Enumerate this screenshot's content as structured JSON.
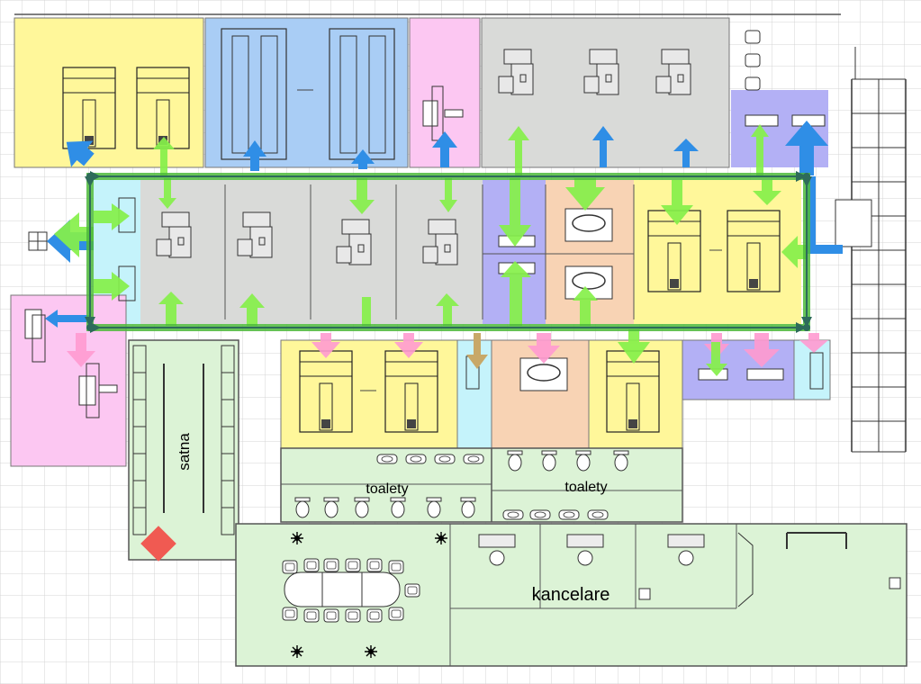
{
  "labels": {
    "locker_room": "satna",
    "toilets_left": "toalety",
    "toilets_right": "toalety",
    "offices": "kancelare"
  },
  "colors": {
    "yellow_zone": "#fff79a",
    "blue_zone": "#a9cdf5",
    "pink_zone": "#fcc7f2",
    "grey_zone": "#d9dad8",
    "cyan_zone": "#c5f3fb",
    "lavender_zone": "#b3b0f5",
    "peach_zone": "#f8d3b4",
    "green_zone": "#dcf3d6",
    "route_green": "#4cba3a",
    "route_dark": "#2e6b5a",
    "arrow_blue": "#2f8ee6",
    "arrow_lime": "#86f04a",
    "arrow_pink": "#ff9ad0",
    "arrow_olive": "#c8a868",
    "fire_extinguisher": "#f05a52",
    "grid_line": "#d4d4d4"
  },
  "icons": {
    "machine": "machine-icon",
    "toilet": "toilet-icon",
    "chair": "chair-icon",
    "plant": "plant-icon",
    "desk": "desk-icon",
    "computer": "computer-icon",
    "rack": "shelving-rack-icon",
    "extinguisher": "fire-extinguisher-icon"
  }
}
